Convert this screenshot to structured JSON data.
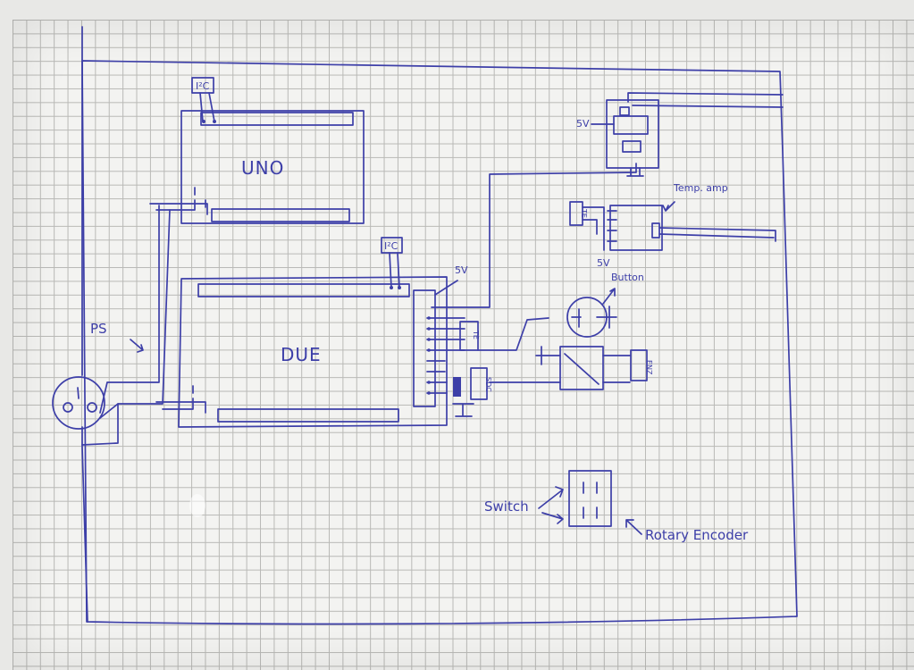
{
  "labels": {
    "uno": "UNO",
    "due": "DUE",
    "ps": "PS",
    "i2c_top": "I²C",
    "i2c_due": "I²C",
    "v5_due": "5V",
    "v5_top": "5V",
    "v5_amp": "5V",
    "temp_amp": "Temp. amp",
    "button": "Button",
    "switch": "Switch",
    "rotary_encoder": "Rotary Encoder",
    "terminal_te": "TE",
    "terminal_sdc": "SDC",
    "terminal_enz": "ENZ",
    "terminal_amp": "TE"
  },
  "colors": {
    "ink": "#3d3fa8",
    "paper": "#f3f3f1",
    "grid": "#b9b9b6"
  }
}
